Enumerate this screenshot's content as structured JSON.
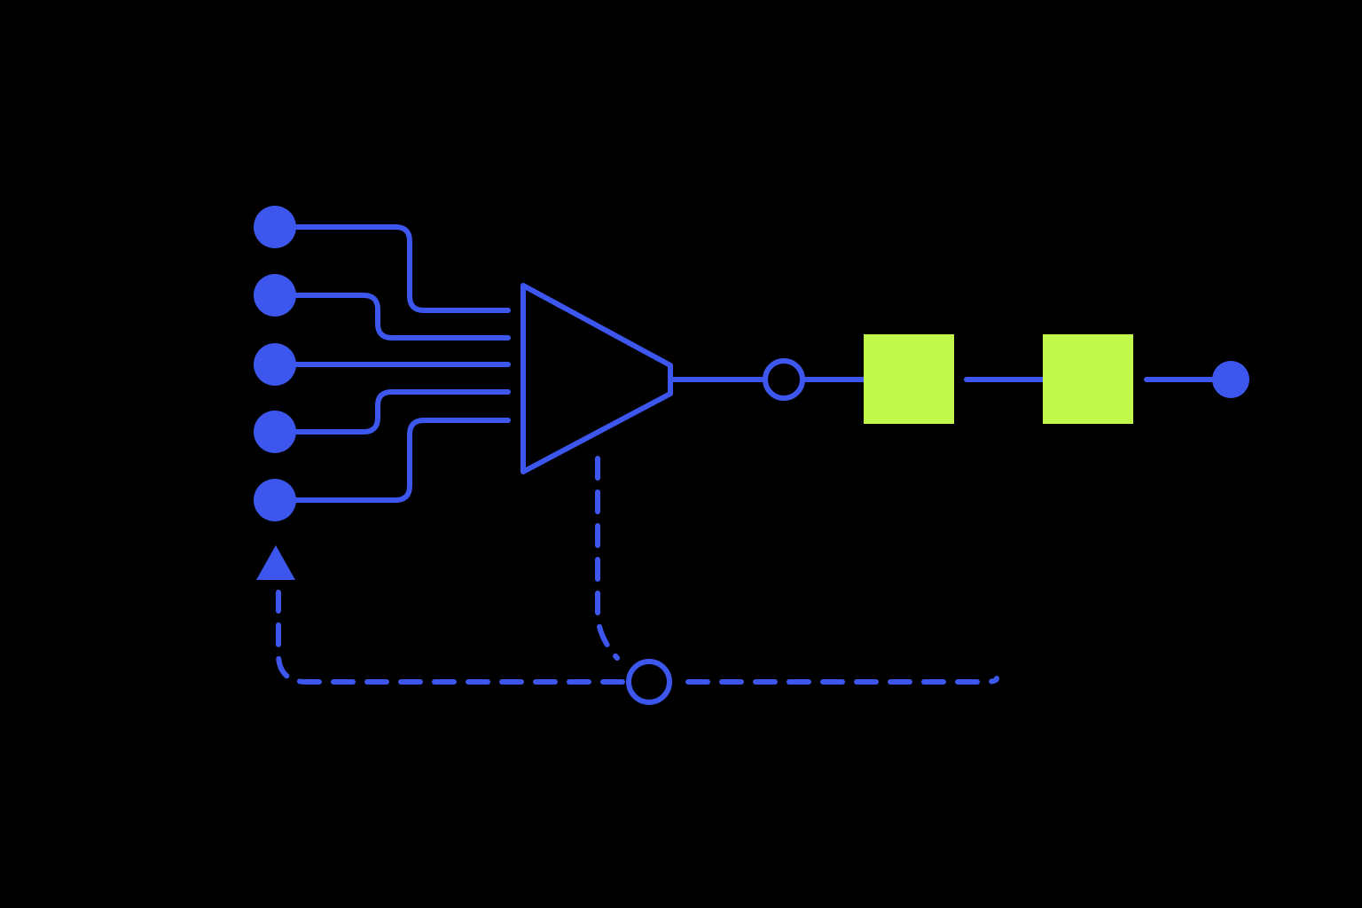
{
  "colors": {
    "background": "#000000",
    "wire": "#3D57EE",
    "block": "#C2F74C"
  },
  "diagram": {
    "inputs": [
      {
        "name": "input-1"
      },
      {
        "name": "input-2"
      },
      {
        "name": "input-3"
      },
      {
        "name": "input-4"
      },
      {
        "name": "input-5"
      }
    ],
    "components": [
      {
        "name": "amplifier",
        "shape": "triangle"
      },
      {
        "name": "output-junction",
        "shape": "hollow-circle"
      },
      {
        "name": "block-1",
        "shape": "square"
      },
      {
        "name": "block-2",
        "shape": "square"
      },
      {
        "name": "output-terminal",
        "shape": "filled-circle"
      },
      {
        "name": "feedback-junction",
        "shape": "hollow-circle"
      },
      {
        "name": "feedback-arrow",
        "shape": "triangle-up"
      }
    ],
    "feedback_line_style": "dashed"
  }
}
